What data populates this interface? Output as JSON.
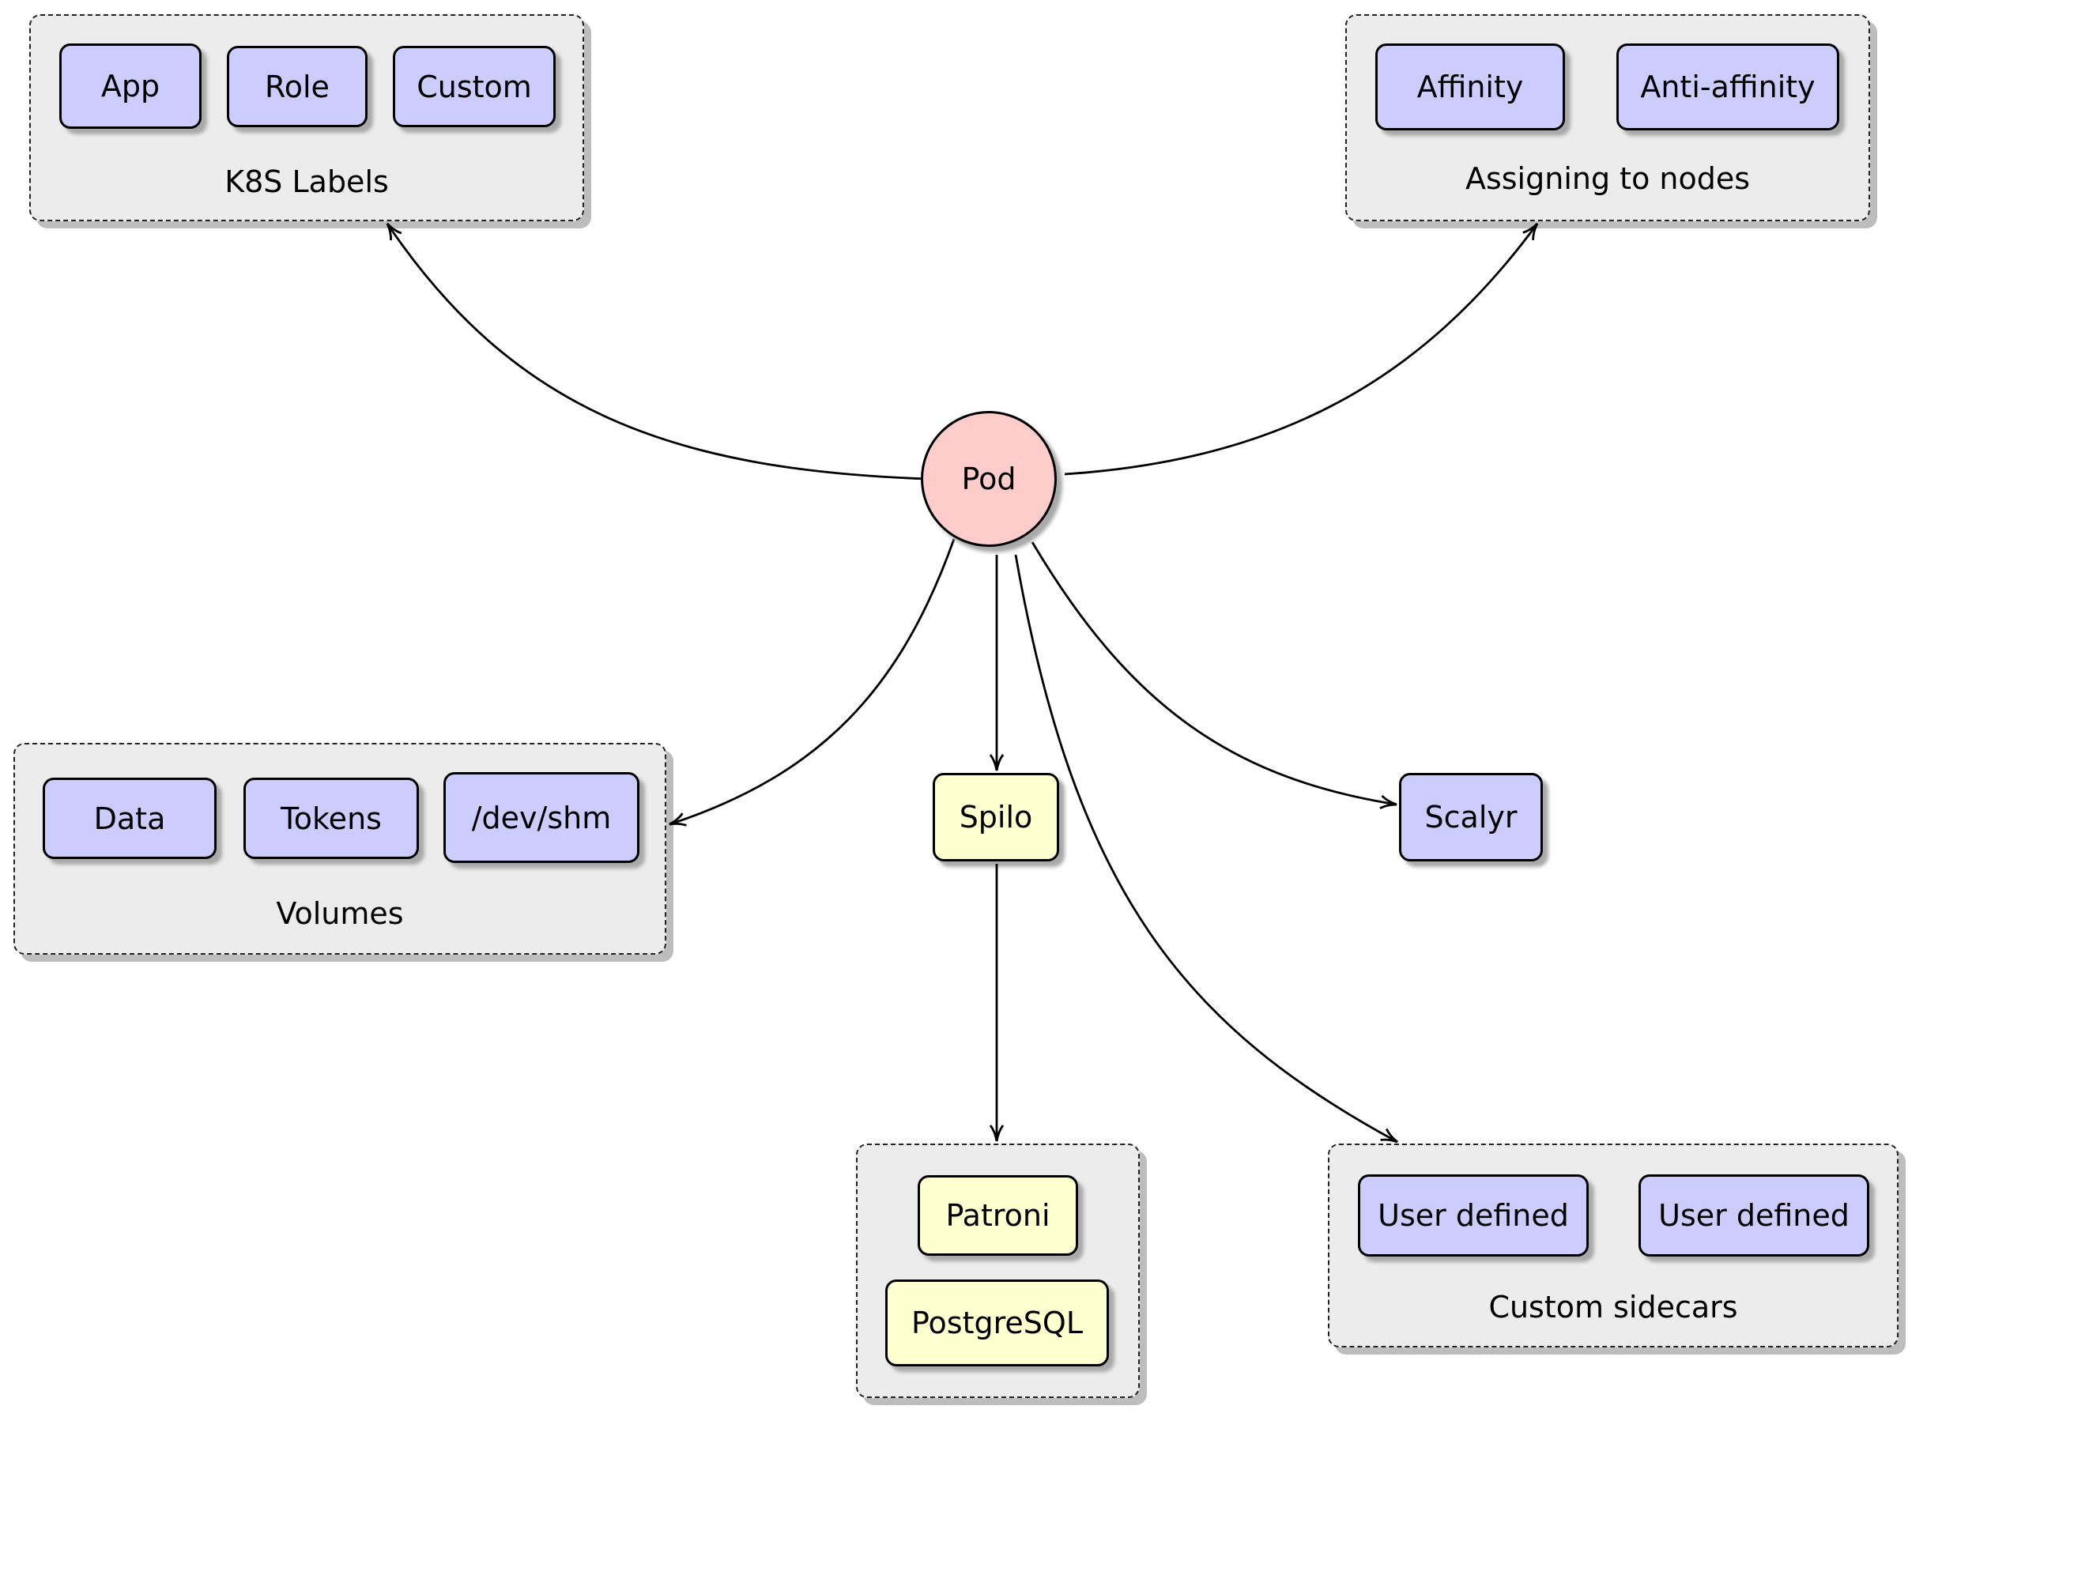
{
  "center": {
    "label": "Pod"
  },
  "groups": {
    "k8s_labels": {
      "label": "K8S Labels",
      "items": [
        "App",
        "Role",
        "Custom"
      ]
    },
    "assigning": {
      "label": "Assigning to nodes",
      "items": [
        "Affinity",
        "Anti-affinity"
      ]
    },
    "volumes": {
      "label": "Volumes",
      "items": [
        "Data",
        "Tokens",
        "/dev/shm"
      ]
    },
    "spilo_group": {
      "items": [
        "Patroni",
        "PostgreSQL"
      ]
    },
    "sidecars": {
      "label": "Custom sidecars",
      "items": [
        "User defined",
        "User defined"
      ]
    }
  },
  "nodes": {
    "spilo": "Spilo",
    "scalyr": "Scalyr"
  },
  "colors": {
    "pod_fill": "#ffcccc",
    "blue_node_fill": "#ccccff",
    "yellow_node_fill": "#ffffd0",
    "group_fill": "#ececec",
    "shadow": "#bdbdbd"
  }
}
